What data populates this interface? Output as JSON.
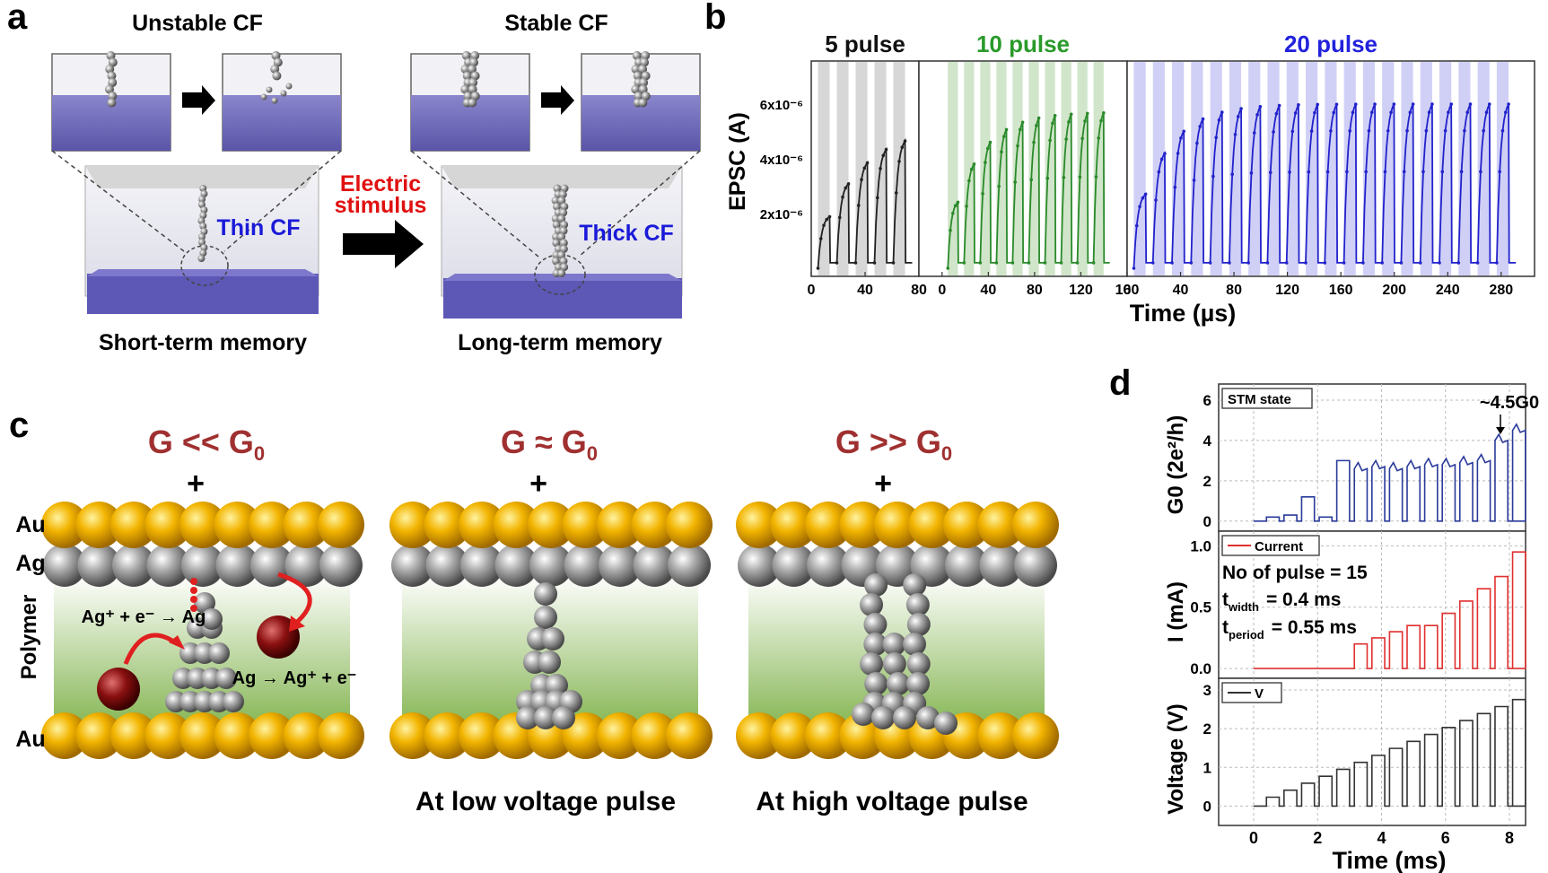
{
  "panel_a": {
    "letter": "a",
    "unstable_title": "Unstable CF",
    "stable_title": "Stable CF",
    "stimulus_line1": "Electric",
    "stimulus_line2": "stimulus",
    "thin_label": "Thin CF",
    "thick_label": "Thick CF",
    "short_memory": "Short-term memory",
    "long_memory": "Long-term memory"
  },
  "panel_b": {
    "letter": "b",
    "ylabel": "EPSC (A)",
    "xlabel": "Time (µs)",
    "yticks": [
      "6x10⁻⁶",
      "4x10⁻⁶",
      "2x10⁻⁶"
    ],
    "colors": {
      "5": "#222222",
      "10": "#2a8a2a",
      "20": "#2222cc"
    },
    "subplots": [
      {
        "title": "5 pulse",
        "pulses": 5,
        "ticks": [
          "0",
          "40",
          "80"
        ]
      },
      {
        "title": "10 pulse",
        "pulses": 10,
        "ticks": [
          "0",
          "40",
          "80",
          "120",
          "160"
        ]
      },
      {
        "title": "20 pulse",
        "pulses": 20,
        "ticks": [
          "0",
          "40",
          "80",
          "120",
          "160",
          "200",
          "240",
          "280"
        ]
      }
    ]
  },
  "panel_c": {
    "letter": "c",
    "titles": [
      "G << G0",
      "G ≈ G0",
      "G >> G0"
    ],
    "plus": "+",
    "au": "Au",
    "ag": "Ag",
    "polymer": "Polymer",
    "reduction": "Ag⁺ + e⁻ → Ag",
    "oxidation": "Ag → Ag⁺ + e⁻",
    "low_pulse": "At low voltage pulse",
    "high_pulse": "At high voltage pulse"
  },
  "panel_d": {
    "letter": "d",
    "xlabel": "Time (ms)",
    "xticks": [
      "0",
      "2",
      "4",
      "6",
      "8"
    ],
    "top": {
      "legend": "STM state",
      "ylabel": "G0 (2e²/h)",
      "yticks": [
        "6",
        "4",
        "2",
        "0"
      ],
      "annotation": "~4.5G0"
    },
    "mid": {
      "legend": "Current",
      "ylabel": "I (mA)",
      "yticks": [
        "1.0",
        "0.5",
        "0.0"
      ],
      "note1": "No of pulse = 15",
      "note2": "t",
      "note2_sub": "width",
      "note2_val": "= 0.4 ms",
      "note3": "t",
      "note3_sub": "period",
      "note3_val": "= 0.55 ms"
    },
    "bot": {
      "legend": "V",
      "ylabel": "Voltage (V)",
      "yticks": [
        "3",
        "2",
        "1",
        "0"
      ]
    }
  }
}
